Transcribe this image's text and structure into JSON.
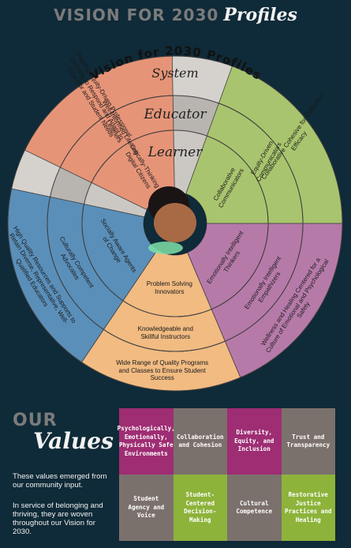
{
  "header": {
    "title_plain": "VISION FOR 2030",
    "title_script": "Profiles"
  },
  "wheel": {
    "ring_title": "Vision for 2030 Profiles",
    "levels": {
      "system": "System",
      "educator": "Educator",
      "learner": "Learner"
    },
    "system_segments": [
      "Ongoing Equity-Driven Professional Learning to Respond and Adapt to Educator and Student Needs",
      "Collaborative Cohesive for Collective Efficacy",
      "Wellness and Healing Centered for a Culture of Emotional and Psychological Safety",
      "Wide Range of Quality Programs and Classes to Ensure Student Success",
      "High Quality Resources and Supports to Retain Diverse, Representative, Well-Qualified Educators"
    ],
    "educator_segments": [
      "Well-Informed Lifelong Learners",
      "Equity-Driven Communicators",
      "Emotionally Intelligent Empathizers",
      "Knowledgeable and Skillful Instructors",
      "Culturally Competent Advocates"
    ],
    "learner_segments": [
      "Critically-Thinking Digital Citizens",
      "Collaborative Communicators",
      "Emotionally Intelligent Thinkers",
      "Problem Solving Innovators",
      "Socially Aware Agents of Change"
    ],
    "colors": {
      "outer_gray": "#d5d2ce",
      "mid_gray": "#b8b4b0",
      "inner_gray": "#cbc8c4",
      "salmon": "#e69478",
      "green": "#a9c46e",
      "magenta": "#b67aa9",
      "orange": "#f1bb82",
      "blue": "#5a8fb9",
      "center": "#121212"
    }
  },
  "values": {
    "heading_plain": "OUR",
    "heading_script": "Values",
    "note_1": "These values emerged from our community input.",
    "note_2": "In service of belonging and thriving, they are woven throughout our Vision for 2030.",
    "items": [
      {
        "label": "Psychologically, Emotionally, Physically Safe Environments",
        "bg": "#9e2d73",
        "fg": "#ffffff"
      },
      {
        "label": "Collaboration and Cohesion",
        "bg": "#7b716c",
        "fg": "#ffffff"
      },
      {
        "label": "Diversity, Equity, and Inclusion",
        "bg": "#9e2d73",
        "fg": "#ffffff"
      },
      {
        "label": "Trust and Transparency",
        "bg": "#7b716c",
        "fg": "#ffffff"
      },
      {
        "label": "Student Agency and Voice",
        "bg": "#7b716c",
        "fg": "#ffffff"
      },
      {
        "label": "Student-Centered Decision-Making",
        "bg": "#8db33a",
        "fg": "#ffffff"
      },
      {
        "label": "Cultural Competence",
        "bg": "#7b716c",
        "fg": "#ffffff"
      },
      {
        "label": "Restorative Justice Practices and Healing",
        "bg": "#8db33a",
        "fg": "#ffffff"
      }
    ]
  }
}
